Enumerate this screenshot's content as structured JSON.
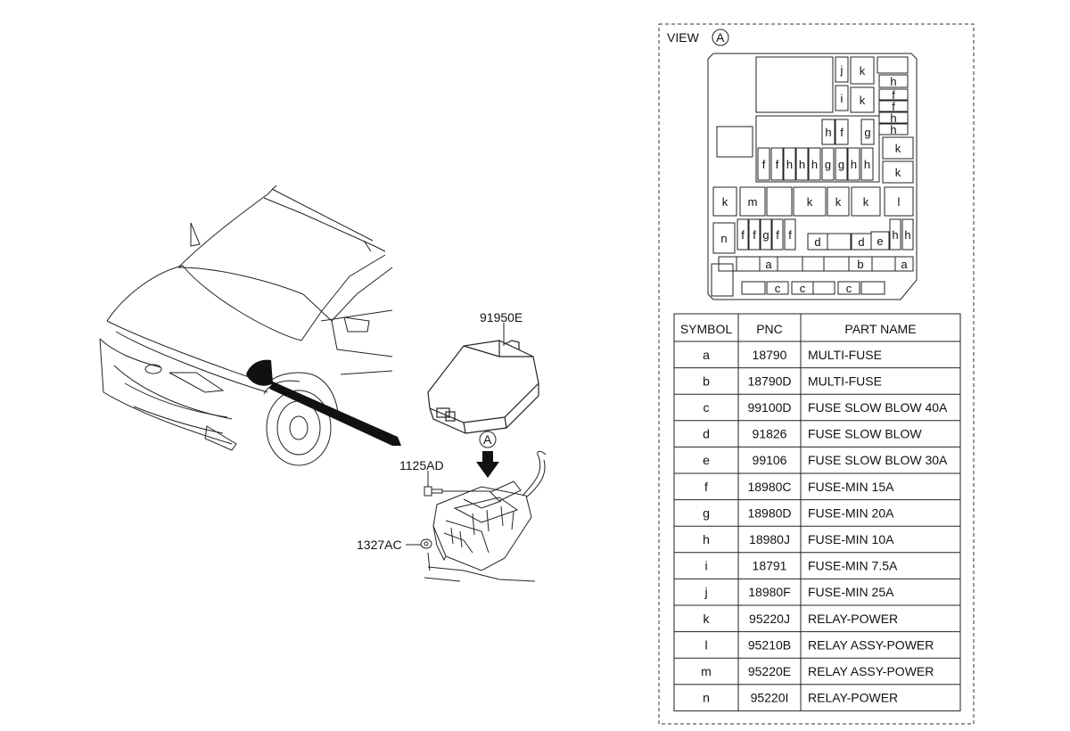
{
  "callouts": {
    "cover_part": "91950E",
    "bolt_part": "1125AD",
    "nut_part": "1327AC",
    "view_marker": "A"
  },
  "view": {
    "label": "VIEW",
    "marker": "A"
  },
  "fusebox_symbols": {
    "row1": [
      "j",
      "k",
      "h"
    ],
    "row2": [
      "i",
      "k",
      "f",
      "f",
      "h",
      "h"
    ],
    "row3": [
      "h",
      "f",
      "g",
      "k"
    ],
    "row4": [
      "f",
      "f",
      "h",
      "h",
      "h",
      "g",
      "g",
      "h",
      "h",
      "k"
    ],
    "row5": [
      "k",
      "m",
      "k",
      "k",
      "k",
      "l"
    ],
    "row6": [
      "n",
      "f",
      "f",
      "g",
      "f",
      "f",
      "d",
      "d",
      "e",
      "h",
      "h"
    ],
    "row7": [
      "a",
      "b",
      "a"
    ],
    "row8": [
      "c",
      "c",
      "c"
    ]
  },
  "table": {
    "headers": [
      "SYMBOL",
      "PNC",
      "PART NAME"
    ],
    "rows": [
      {
        "symbol": "a",
        "pnc": "18790",
        "name": "MULTI-FUSE"
      },
      {
        "symbol": "b",
        "pnc": "18790D",
        "name": "MULTI-FUSE"
      },
      {
        "symbol": "c",
        "pnc": "99100D",
        "name": "FUSE SLOW BLOW 40A"
      },
      {
        "symbol": "d",
        "pnc": "91826",
        "name": "FUSE SLOW BLOW"
      },
      {
        "symbol": "e",
        "pnc": "99106",
        "name": "FUSE SLOW BLOW 30A"
      },
      {
        "symbol": "f",
        "pnc": "18980C",
        "name": "FUSE-MIN 15A"
      },
      {
        "symbol": "g",
        "pnc": "18980D",
        "name": "FUSE-MIN 20A"
      },
      {
        "symbol": "h",
        "pnc": "18980J",
        "name": "FUSE-MIN 10A"
      },
      {
        "symbol": "i",
        "pnc": "18791",
        "name": "FUSE-MIN 7.5A"
      },
      {
        "symbol": "j",
        "pnc": "18980F",
        "name": "FUSE-MIN 25A"
      },
      {
        "symbol": "k",
        "pnc": "95220J",
        "name": "RELAY-POWER"
      },
      {
        "symbol": "l",
        "pnc": "95210B",
        "name": "RELAY ASSY-POWER"
      },
      {
        "symbol": "m",
        "pnc": "95220E",
        "name": "RELAY ASSY-POWER"
      },
      {
        "symbol": "n",
        "pnc": "95220I",
        "name": "RELAY-POWER"
      }
    ]
  }
}
